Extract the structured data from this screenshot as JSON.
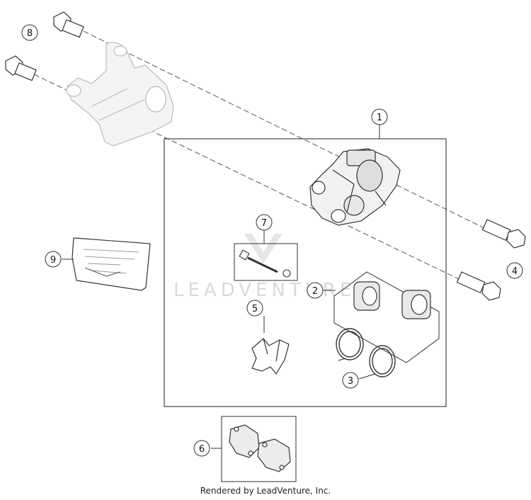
{
  "callouts": {
    "c1": "1",
    "c2": "2",
    "c3": "3",
    "c4": "4",
    "c5": "5",
    "c6": "6",
    "c7": "7",
    "c8": "8",
    "c9": "9"
  },
  "watermark_text": "LEADVENTURE",
  "footer_text": "Rendered by LeadVenture, Inc."
}
